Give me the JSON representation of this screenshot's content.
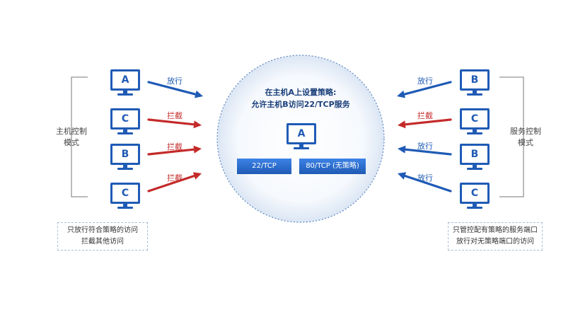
{
  "center": {
    "title_line1": "在主机A上设置策略:",
    "title_line2": "允许主机B访问22/TCP服务",
    "host": "A",
    "ports": [
      "22/TCP",
      "80/TCP (无策略)"
    ]
  },
  "left": {
    "mode_label_line1": "主机控制",
    "mode_label_line2": "模式",
    "hosts": [
      {
        "name": "A",
        "action": "放行",
        "status": "allow"
      },
      {
        "name": "C",
        "action": "拦截",
        "status": "block"
      },
      {
        "name": "B",
        "action": "拦截",
        "status": "block"
      },
      {
        "name": "C",
        "action": "拦截",
        "status": "block"
      }
    ],
    "note_line1": "只放行符合策略的访问",
    "note_line2": "拦截其他访问"
  },
  "right": {
    "mode_label_line1": "服务控制",
    "mode_label_line2": "模式",
    "hosts": [
      {
        "name": "B",
        "action": "放行",
        "status": "allow"
      },
      {
        "name": "C",
        "action": "拦截",
        "status": "block"
      },
      {
        "name": "B",
        "action": "放行",
        "status": "allow"
      },
      {
        "name": "C",
        "action": "放行",
        "status": "allow"
      }
    ],
    "note_line1": "只管控配有策略的服务端口",
    "note_line2": "放行对无策略端口的访问"
  },
  "colors": {
    "allow": "#1f5bb5",
    "block": "#c42a2a",
    "circle_border": "#5f86c4"
  }
}
